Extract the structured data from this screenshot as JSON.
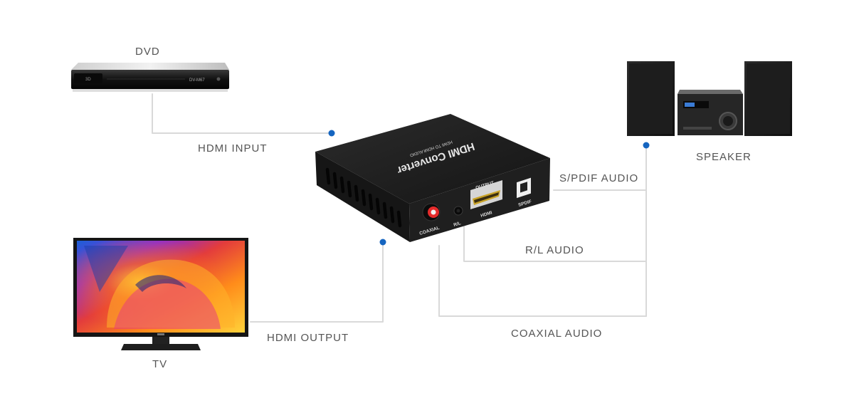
{
  "devices": {
    "dvd": {
      "label": "DVD",
      "brand_text": "DV-M67"
    },
    "tv": {
      "label": "TV"
    },
    "speaker": {
      "label": "SPEAKER"
    },
    "converter": {
      "title": "HDMI Converter",
      "subtitle": "HDMI TO HDMI AUDIO",
      "port_output": "OUTPUT",
      "port_hdmi": "HDMI",
      "port_spdif": "SPDIF",
      "port_rl": "R/L",
      "port_coaxial": "COAXIAL"
    }
  },
  "connections": {
    "hdmi_input": "HDMI INPUT",
    "hdmi_output": "HDMI OUTPUT",
    "spdif_audio": "S/PDIF AUDIO",
    "rl_audio": "R/L AUDIO",
    "coaxial_audio": "COAXIAL AUDIO"
  },
  "colors": {
    "connector_line": "#d9d9d9",
    "connector_dot": "#1565c0",
    "label_text": "#555555",
    "device_body": "#1c1c1c"
  }
}
